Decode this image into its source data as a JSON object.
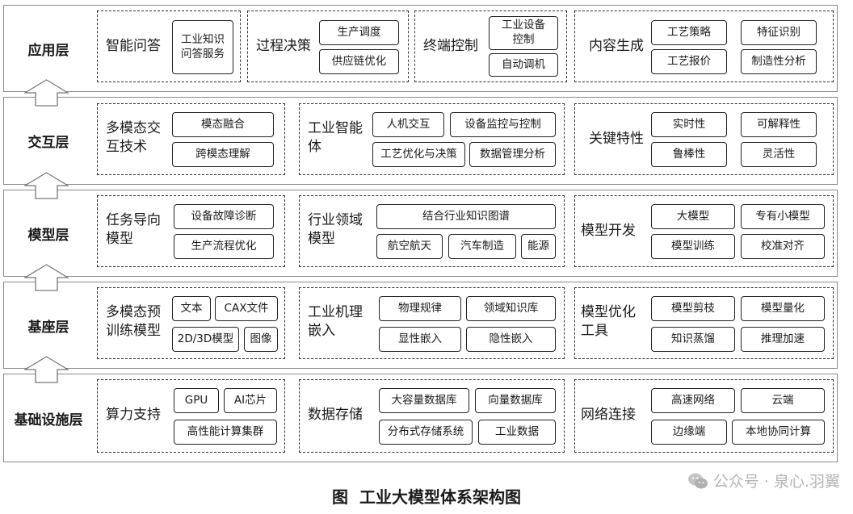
{
  "layers": {
    "app": {
      "label": "应用层",
      "groups": {
        "qa": {
          "title": "智能问答",
          "boxes": [
            "工业知识\n问答服务"
          ]
        },
        "decision": {
          "title": "过程决策",
          "boxes": [
            "生产调度",
            "供应链优化"
          ]
        },
        "terminal": {
          "title": "终端控制",
          "boxes": [
            "工业设备\n控制",
            "自动调机"
          ]
        },
        "content": {
          "title": "内容生成",
          "boxes": [
            "工艺策略",
            "特征识别",
            "工艺报价",
            "制造性分析"
          ]
        }
      }
    },
    "interact": {
      "label": "交互层",
      "groups": {
        "multimodal": {
          "title": "多模态交\n互技术",
          "boxes": [
            "模态融合",
            "跨模态理解"
          ]
        },
        "agent": {
          "title": "工业智能\n体",
          "boxes": [
            "人机交互",
            "设备监控与控制",
            "工艺优化与决策",
            "数据管理分析"
          ]
        },
        "features": {
          "title": "关键特性",
          "boxes": [
            "实时性",
            "可解释性",
            "鲁棒性",
            "灵活性"
          ]
        }
      }
    },
    "model": {
      "label": "模型层",
      "groups": {
        "task": {
          "title": "任务导向\n模型",
          "boxes": [
            "设备故障诊断",
            "生产流程优化"
          ]
        },
        "industry": {
          "title": "行业领域\n模型",
          "boxes": [
            "结合行业知识图谱",
            "航空航天",
            "汽车制造",
            "能源"
          ]
        },
        "dev": {
          "title": "模型开发",
          "boxes": [
            "大模型",
            "专有小模型",
            "模型训练",
            "校准对齐"
          ]
        }
      }
    },
    "base": {
      "label": "基座层",
      "groups": {
        "pretrain": {
          "title": "多模态预\n训练模型",
          "boxes": [
            "文本",
            "CAX文件",
            "2D/3D模型",
            "图像"
          ]
        },
        "mechanism": {
          "title": "工业机理\n嵌入",
          "boxes": [
            "物理规律",
            "领域知识库",
            "显性嵌入",
            "隐性嵌入"
          ]
        },
        "optimize": {
          "title": "模型优化\n工具",
          "boxes": [
            "模型剪枝",
            "模型量化",
            "知识蒸馏",
            "推理加速"
          ]
        }
      }
    },
    "infra": {
      "label": "基础设施层",
      "groups": {
        "compute": {
          "title": "算力支持",
          "boxes": [
            "GPU",
            "AI芯片",
            "高性能计算集群"
          ]
        },
        "storage": {
          "title": "数据存储",
          "boxes": [
            "大容量数据库",
            "向量数据库",
            "分布式存储系统",
            "工业数据"
          ]
        },
        "network": {
          "title": "网络连接",
          "boxes": [
            "高速网络",
            "云端",
            "边缘端",
            "本地协同计算"
          ]
        }
      }
    }
  },
  "watermark": "公众号 · 泉心.羽翼",
  "caption": "图  工业大模型体系架构图"
}
